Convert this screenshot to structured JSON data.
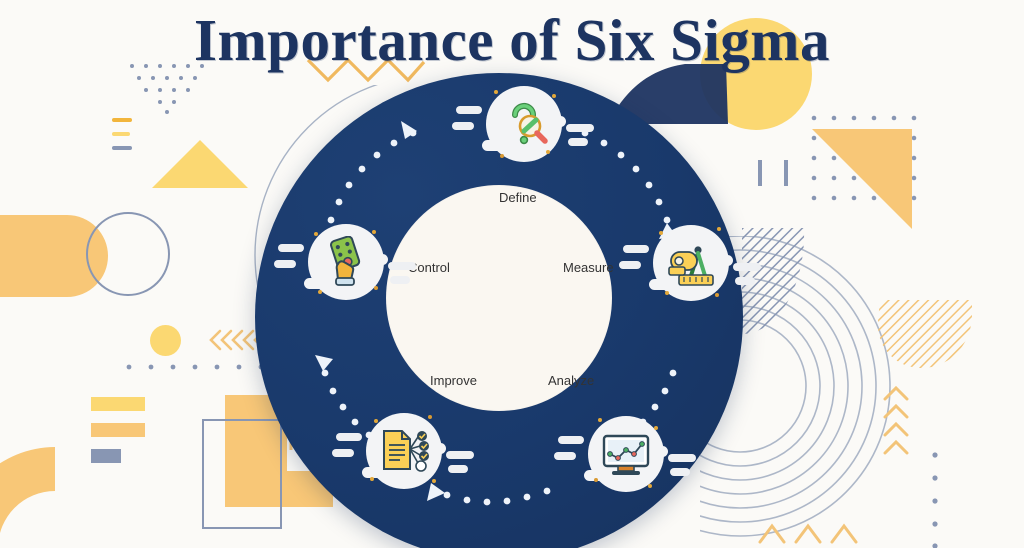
{
  "header": {
    "title": "Importance of Six Sigma",
    "title_color": "#1d3461"
  },
  "theme": {
    "background": "#fbfaf7",
    "navy": "#19396b",
    "inner_circle": "#faf7f1",
    "yellow": "#fbd872",
    "orange": "#f8c777",
    "gray_blue": "#8896b3",
    "label_text": "#333333"
  },
  "diagram": {
    "type": "cycle",
    "name": "DMAIC Six Sigma Cycle",
    "direction": "clockwise",
    "phases": [
      {
        "label": "Define",
        "position": "top",
        "icon": "question-magnifier-icon",
        "icon_colors": [
          "#5ec46a",
          "#f2b53c",
          "#e8675c"
        ]
      },
      {
        "label": "Measure",
        "position": "right",
        "icon": "measuring-tape-compass-icon",
        "icon_colors": [
          "#fbd056",
          "#4caf63"
        ]
      },
      {
        "label": "Analyze",
        "position": "bottom-right",
        "icon": "chart-monitor-icon",
        "icon_colors": [
          "#eaf2f8",
          "#4caf63",
          "#e8675c"
        ]
      },
      {
        "label": "Improve",
        "position": "bottom-left",
        "icon": "document-checklist-icon",
        "icon_colors": [
          "#fbd056",
          "#2f4858"
        ]
      },
      {
        "label": "Control",
        "position": "left",
        "icon": "hand-remote-control-icon",
        "icon_colors": [
          "#8bc34a",
          "#f2b53c",
          "#e8675c"
        ]
      }
    ]
  },
  "decorations": {
    "items": [
      {
        "name": "dot-triangle-top-left",
        "color": "#8896b3"
      },
      {
        "name": "dash-stack-left",
        "colors": [
          "#f2b53c",
          "#fbd872",
          "#8896b3"
        ]
      },
      {
        "name": "yellow-triangle-left",
        "color": "#fbd872"
      },
      {
        "name": "orange-rounded-bar-left",
        "color": "#f8c777"
      },
      {
        "name": "outlined-circle-left",
        "color": "#8896b3"
      },
      {
        "name": "yellow-circle-bottom-left",
        "color": "#fbd872"
      },
      {
        "name": "chevron-row-left",
        "color": "#f3c478"
      },
      {
        "name": "dotted-line-bottom-left",
        "color": "#8896b3"
      },
      {
        "name": "bar-stack-bottom-left",
        "colors": [
          "#fbd872",
          "#f8c777",
          "#8896b3"
        ]
      },
      {
        "name": "orange-arc-bottom-left",
        "color": "#f8c777"
      },
      {
        "name": "orange-l-shape-bottom",
        "color": "#f8c777"
      },
      {
        "name": "outlined-square-bottom",
        "color": "#8896b3"
      },
      {
        "name": "zigzag-under-title",
        "color": "#f0b95f"
      },
      {
        "name": "concentric-arcs-top-left",
        "color": "#9aa7bd"
      },
      {
        "name": "yellow-circle-behind-sigma",
        "color": "#fbd872"
      },
      {
        "name": "orange-triangle-right",
        "color": "#f8c777"
      },
      {
        "name": "dot-grid-right",
        "color": "#8896b3"
      },
      {
        "name": "vertical-bars-right",
        "color": "#8896b3"
      },
      {
        "name": "striped-wedge-right",
        "color": "#8896b3"
      },
      {
        "name": "striped-blob-right",
        "color": "#f3c478"
      },
      {
        "name": "concentric-arcs-right",
        "color": "#9aa7bd"
      },
      {
        "name": "up-chevrons-right",
        "color": "#f3c478"
      },
      {
        "name": "vertical-dots-right",
        "color": "#8896b3"
      },
      {
        "name": "up-chevrons-bottom-right",
        "color": "#f3c478"
      }
    ]
  }
}
